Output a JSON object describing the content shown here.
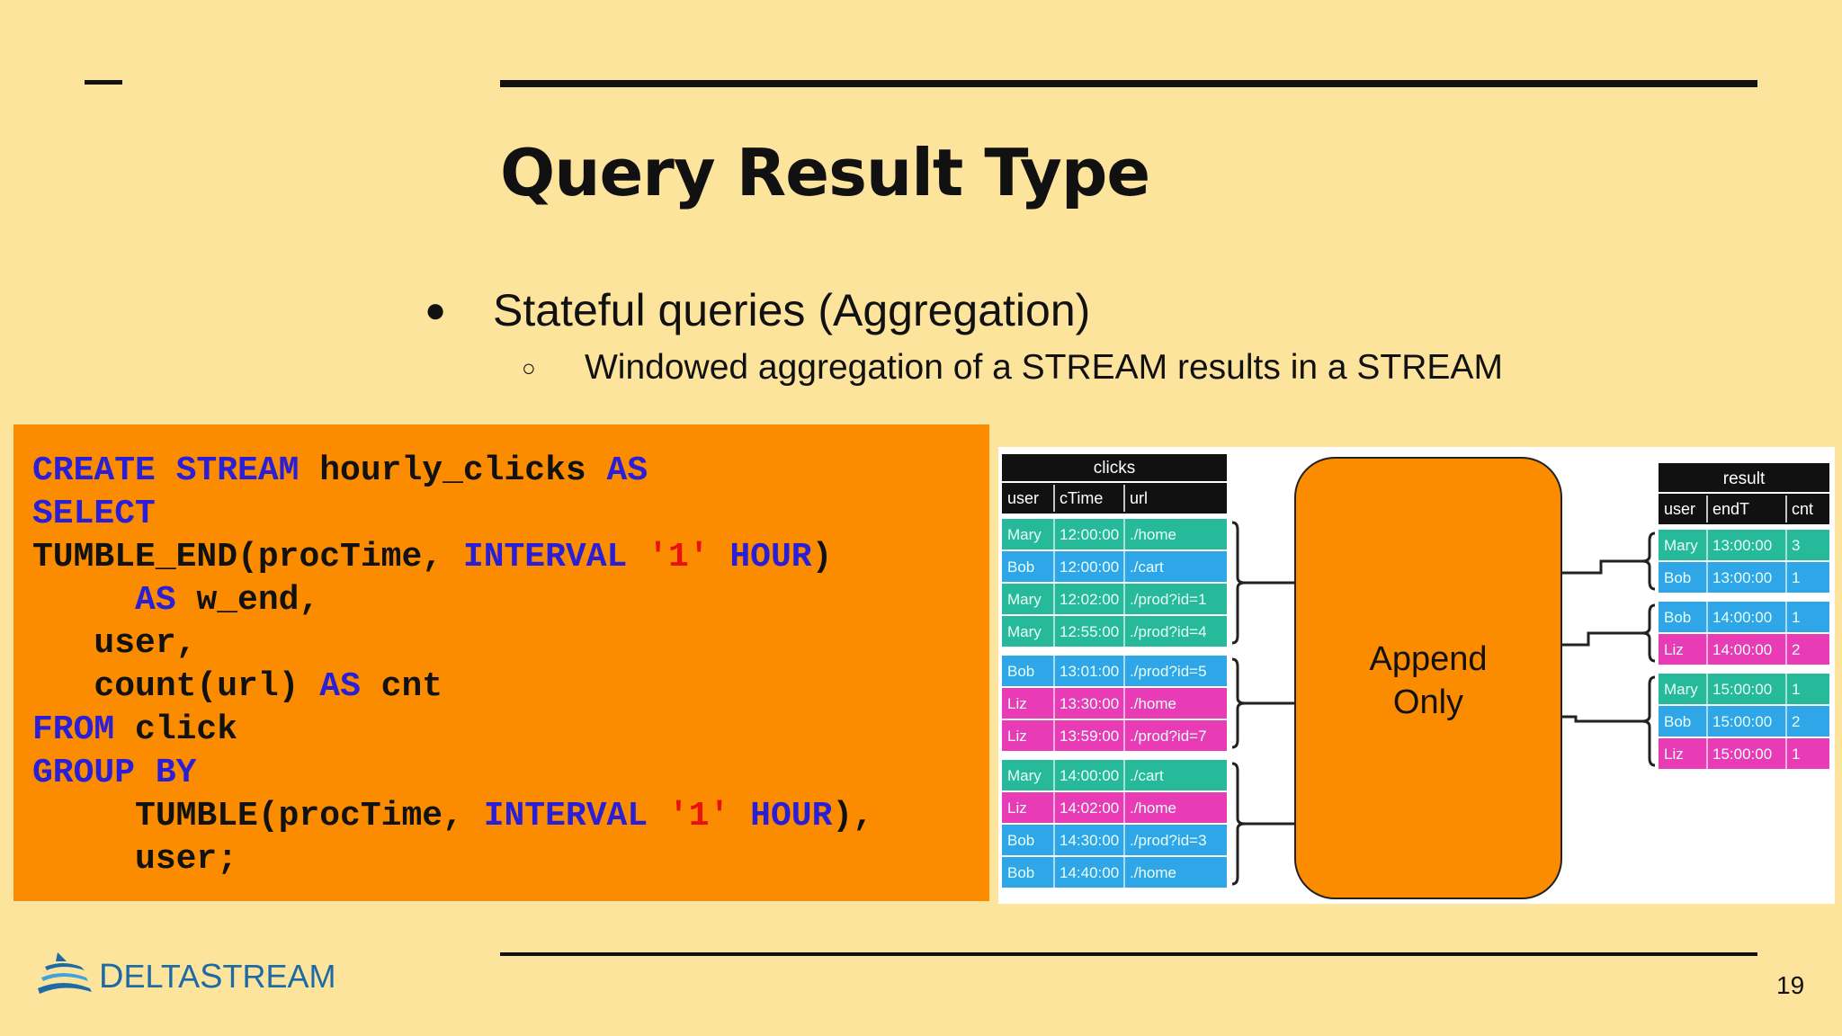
{
  "slide": {
    "title": "Query Result Type",
    "bullet_symbol": "●",
    "bullet": "Stateful queries (Aggregation)",
    "sub_bullet_symbol": "○",
    "sub_bullet": "Windowed aggregation of a STREAM results in a STREAM",
    "page_number": "19"
  },
  "code": {
    "lines": [
      [
        {
          "t": "CREATE STREAM",
          "c": "kw"
        },
        {
          "t": " hourly_clicks ",
          "c": ""
        },
        {
          "t": "AS",
          "c": "kw"
        }
      ],
      [
        {
          "t": "SELECT",
          "c": "kw"
        }
      ],
      [
        {
          "t": "TUMBLE_END(procTime, ",
          "c": ""
        },
        {
          "t": "INTERVAL",
          "c": "kw"
        },
        {
          "t": " ",
          "c": ""
        },
        {
          "t": "'1'",
          "c": "st"
        },
        {
          "t": " ",
          "c": ""
        },
        {
          "t": "HOUR",
          "c": "kw"
        },
        {
          "t": ")",
          "c": ""
        }
      ],
      [
        {
          "t": "     ",
          "c": ""
        },
        {
          "t": "AS",
          "c": "kw"
        },
        {
          "t": " w_end,",
          "c": ""
        }
      ],
      [
        {
          "t": "   user,",
          "c": ""
        }
      ],
      [
        {
          "t": "   count(url) ",
          "c": ""
        },
        {
          "t": "AS",
          "c": "kw"
        },
        {
          "t": " cnt",
          "c": ""
        }
      ],
      [
        {
          "t": "FROM",
          "c": "kw"
        },
        {
          "t": " click",
          "c": ""
        }
      ],
      [
        {
          "t": "GROUP BY",
          "c": "kw"
        }
      ],
      [
        {
          "t": "     TUMBLE(procTime, ",
          "c": ""
        },
        {
          "t": "INTERVAL",
          "c": "kw"
        },
        {
          "t": " ",
          "c": ""
        },
        {
          "t": "'1'",
          "c": "st"
        },
        {
          "t": " ",
          "c": ""
        },
        {
          "t": "HOUR",
          "c": "kw"
        },
        {
          "t": "),",
          "c": ""
        }
      ],
      [
        {
          "t": "     user;",
          "c": ""
        }
      ]
    ]
  },
  "diagram": {
    "clicks_table": {
      "title": "clicks",
      "headers": [
        "user",
        "cTime",
        "url"
      ],
      "rows": [
        {
          "user": "Mary",
          "time": "12:00:00",
          "url": "./home",
          "color": "teal"
        },
        {
          "user": "Bob",
          "time": "12:00:00",
          "url": "./cart",
          "color": "blue"
        },
        {
          "user": "Mary",
          "time": "12:02:00",
          "url": "./prod?id=1",
          "color": "teal"
        },
        {
          "user": "Mary",
          "time": "12:55:00",
          "url": "./prod?id=4",
          "color": "teal"
        },
        {
          "user": "Bob",
          "time": "13:01:00",
          "url": "./prod?id=5",
          "color": "blue"
        },
        {
          "user": "Liz",
          "time": "13:30:00",
          "url": "./home",
          "color": "pink"
        },
        {
          "user": "Liz",
          "time": "13:59:00",
          "url": "./prod?id=7",
          "color": "pink"
        },
        {
          "user": "Mary",
          "time": "14:00:00",
          "url": "./cart",
          "color": "teal"
        },
        {
          "user": "Liz",
          "time": "14:02:00",
          "url": "./home",
          "color": "pink"
        },
        {
          "user": "Bob",
          "time": "14:30:00",
          "url": "./prod?id=3",
          "color": "blue"
        },
        {
          "user": "Bob",
          "time": "14:40:00",
          "url": "./home",
          "color": "blue"
        }
      ]
    },
    "operator_label_line1": "Append",
    "operator_label_line2": "Only",
    "result_table": {
      "title": "result",
      "headers": [
        "user",
        "endT",
        "cnt"
      ],
      "rows": [
        {
          "user": "Mary",
          "time": "13:00:00",
          "cnt": "3",
          "color": "teal"
        },
        {
          "user": "Bob",
          "time": "13:00:00",
          "cnt": "1",
          "color": "blue"
        },
        {
          "user": "Bob",
          "time": "14:00:00",
          "cnt": "1",
          "color": "blue"
        },
        {
          "user": "Liz",
          "time": "14:00:00",
          "cnt": "2",
          "color": "pink"
        },
        {
          "user": "Mary",
          "time": "15:00:00",
          "cnt": "1",
          "color": "teal"
        },
        {
          "user": "Bob",
          "time": "15:00:00",
          "cnt": "2",
          "color": "blue"
        },
        {
          "user": "Liz",
          "time": "15:00:00",
          "cnt": "1",
          "color": "pink"
        }
      ]
    },
    "colors": {
      "teal": "#26b99a",
      "blue": "#2fa6e8",
      "pink": "#e93bb6",
      "header": "#111111",
      "operator": "#fb8c00"
    }
  },
  "logo": {
    "text_a": "D",
    "text_b": "ELTA",
    "text_c": "S",
    "text_d": "TREAM",
    "colors": {
      "dark": "#1e6aa5",
      "light": "#3fa3dc"
    }
  }
}
